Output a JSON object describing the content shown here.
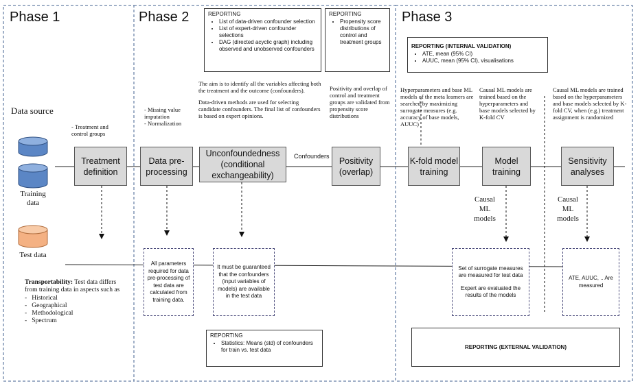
{
  "phases": {
    "phase1": "Phase 1",
    "phase2": "Phase 2",
    "phase3": "Phase 3"
  },
  "data_source": {
    "title": "Data source",
    "training": "Training data",
    "test": "Test data"
  },
  "process_boxes": {
    "treatment_definition": "Treatment definition",
    "data_preprocessing": "Data pre-processing",
    "unconfoundedness": "Unconfoundedness (conditional exchangeability)",
    "positivity": "Positivity (overlap)",
    "kfold": "K-fold model training",
    "model_training": "Model training",
    "sensitivity": "Sensitivity analyses"
  },
  "edge_labels": {
    "confounders": "Confounders"
  },
  "annotations": {
    "treatment": "Treatment and control groups",
    "preprocessing": [
      "Missing value imputation",
      "Normalization"
    ],
    "unconfoundedness_p1": "The aim is to identify all the variables affecting both the treatment and the outcome (confounders).",
    "unconfoundedness_p2": "Data-driven methods are used for selecting candidate confounders. The final list of confounders is based on expert opinions.",
    "positivity": "Positivity and overlap of control and treatment groups are validated from propensity score distributions",
    "kfold": "Hyperparameters and base ML models of the meta learners are searched by maximizing surrogate measures (e.g. accuracy of base models, AUUC)",
    "model_training": "Causal ML models are trained based on the hyperparameters and base models selected by K-fold CV",
    "sensitivity": "Causal ML models are trained based on the hyperparameters and base models selected by K-fold CV, when (e.g.) treatment assignment is randomized",
    "causal_ml_1": "Causal ML models",
    "causal_ml_2": "Causal ML models"
  },
  "reporting": {
    "confounder": {
      "title": "REPORTING",
      "items": [
        "List of data-driven confounder selection",
        "List of expert-driven confounder selections",
        "DAG (directed acyclic graph) including observed and unobserved confounders"
      ]
    },
    "propensity": {
      "title": "REPORTING",
      "items": [
        "Propensity score distributions of control and treatment groups"
      ]
    },
    "internal": {
      "title": "REPORTING (INTERNAL VALIDATION)",
      "items": [
        "ATE, mean (95% CI)",
        "AUUC, mean (95% CI), visualisations"
      ]
    },
    "statistics": {
      "title": "REPORTING",
      "items": [
        "Statistics: Means (std) of confounders for train vs. test data"
      ]
    },
    "external": "REPORTING (EXTERNAL VALIDATION)"
  },
  "test_boxes": {
    "parameters": "All parameters required for data pre-processing of test data are calculated from training data.",
    "guarantee": "It must be guaranteed that the confounders (input variables of models) are available in the test data",
    "surrogate_1": "Set of surrogate measures are measured for test data",
    "surrogate_2": "Expert are evaluated the results of the models",
    "measured": "ATE, AUUC, .. Are measured"
  },
  "transportability": {
    "label": "Transportability:",
    "text": "Test data differs from training data in aspects such as",
    "items": [
      "Historical",
      "Geographical",
      "Methodological",
      "Spectrum"
    ]
  },
  "colors": {
    "box_fill": "#d9d9d9",
    "cylinder_blue": "#5b86c5",
    "cylinder_orange": "#f4b183",
    "phase_border": "#3f5f8f"
  }
}
